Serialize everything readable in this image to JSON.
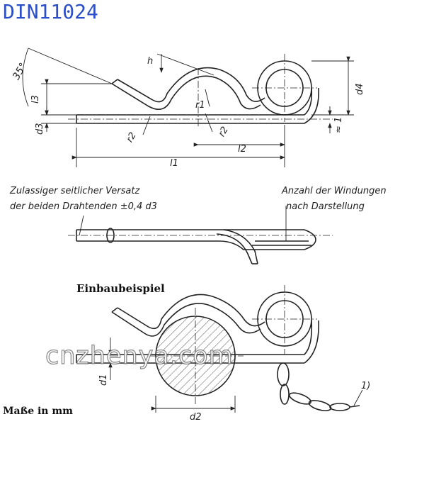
{
  "title": "DIN11024",
  "notes": {
    "offset_line1": "Zulassiger seitlicher Versatz",
    "offset_line2": "der beiden Drahtenden ±0,4 d3",
    "windings_line1": "Anzahl der Windungen",
    "windings_line2": "nach Darstellung"
  },
  "section_label": "Einbaubeispiel",
  "units_label": "Maße in mm",
  "watermark": "cnzhenya.com",
  "dimensions": {
    "angle": "35°",
    "h": "h",
    "l3": "l3",
    "d3": "d3",
    "r1": "r1",
    "r2_left": "r2",
    "r2_mid": "r2",
    "l2": "l2",
    "l1": "l1",
    "d4": "d4",
    "approx1": "≈ 1",
    "d1": "d1",
    "d2": "d2",
    "one": "1)"
  },
  "colors": {
    "title": "#2c4fc8",
    "line": "#222222",
    "hatch": "#555555"
  }
}
